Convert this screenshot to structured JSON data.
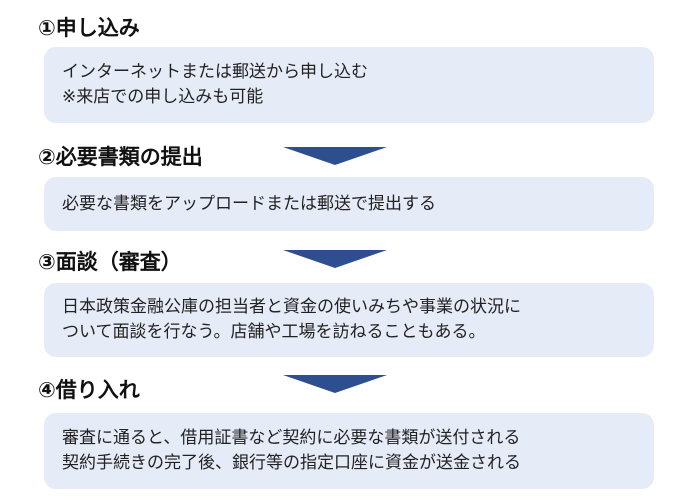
{
  "colors": {
    "box_background": "#e6ebf8",
    "arrow": "#2e4f8f",
    "title_text": "#111111",
    "body_text": "#222222"
  },
  "steps": [
    {
      "title": "①申し込み",
      "lines": [
        "インターネットまたは郵送から申し込む",
        "※来店での申し込みも可能"
      ]
    },
    {
      "title": "②必要書類の提出",
      "lines": [
        "必要な書類をアップロードまたは郵送で提出する"
      ]
    },
    {
      "title": "③面談（審査）",
      "lines": [
        "日本政策金融公庫の担当者と資金の使いみちや事業の状況に",
        "ついて面談を行なう。店舗や工場を訪ねることもある。"
      ]
    },
    {
      "title": "④借り入れ",
      "lines": [
        "審査に通ると、借用証書など契約に必要な書類が送付される",
        "契約手続きの完了後、銀行等の指定口座に資金が送金される"
      ]
    }
  ]
}
